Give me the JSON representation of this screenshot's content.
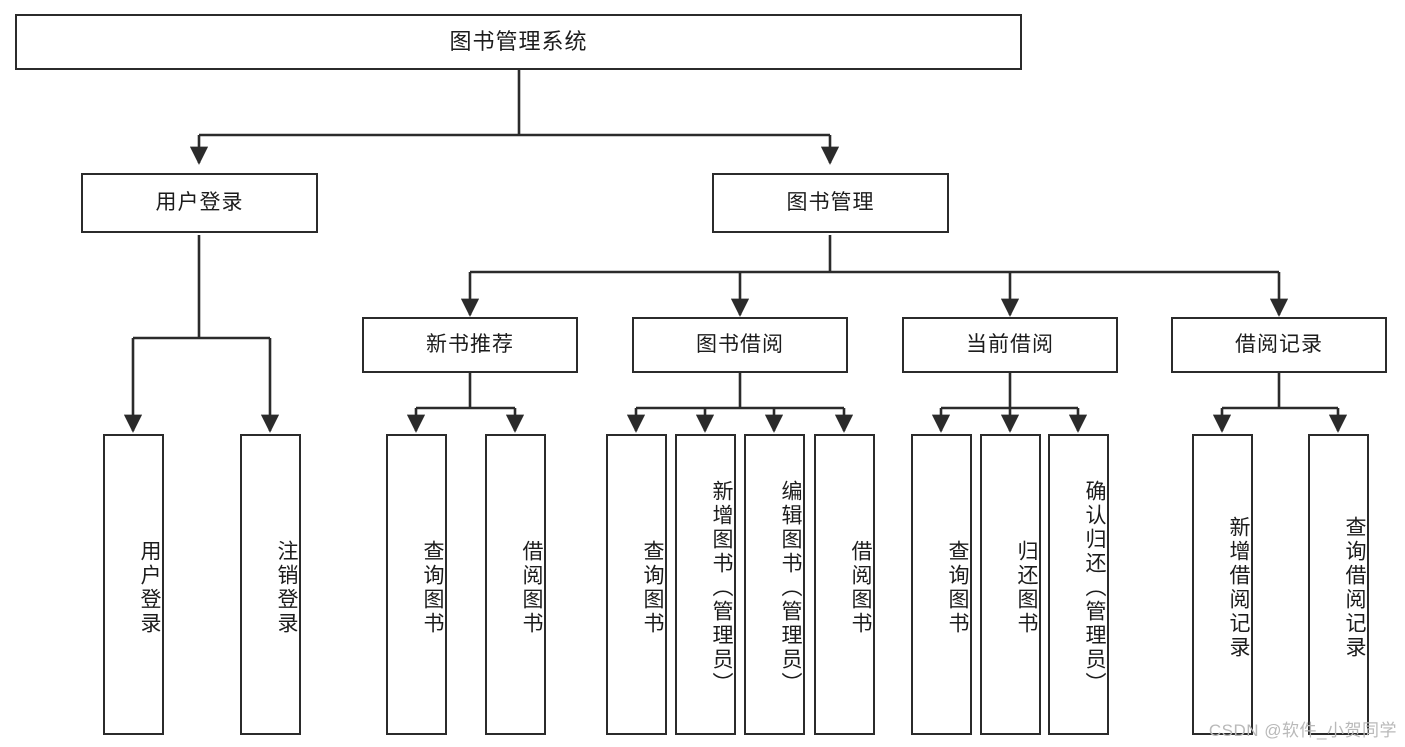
{
  "diagram": {
    "title": "图书管理系统",
    "type": "功能结构图",
    "root": {
      "id": "root",
      "label": "图书管理系统"
    },
    "level2": [
      {
        "id": "user-login",
        "label": "用户登录"
      },
      {
        "id": "book-manage",
        "label": "图书管理"
      }
    ],
    "level3": [
      {
        "id": "new-book-recommend",
        "label": "新书推荐",
        "parent": "book-manage"
      },
      {
        "id": "book-borrow",
        "label": "图书借阅",
        "parent": "book-manage"
      },
      {
        "id": "current-borrow",
        "label": "当前借阅",
        "parent": "book-manage"
      },
      {
        "id": "borrow-record",
        "label": "借阅记录",
        "parent": "book-manage"
      }
    ],
    "leaves": [
      {
        "id": "leaf-user-login",
        "label": "用户登录",
        "parent": "user-login"
      },
      {
        "id": "leaf-user-logout",
        "label": "注销登录",
        "parent": "user-login"
      },
      {
        "id": "leaf-query-book-1",
        "label": "查询图书",
        "parent": "new-book-recommend"
      },
      {
        "id": "leaf-borrow-book-1",
        "label": "借阅图书",
        "parent": "new-book-recommend"
      },
      {
        "id": "leaf-query-book-2",
        "label": "查询图书",
        "parent": "book-borrow"
      },
      {
        "id": "leaf-add-book",
        "label": "新增图书（管理员）",
        "parent": "book-borrow"
      },
      {
        "id": "leaf-edit-book",
        "label": "编辑图书（管理员）",
        "parent": "book-borrow"
      },
      {
        "id": "leaf-borrow-book-2",
        "label": "借阅图书",
        "parent": "book-borrow"
      },
      {
        "id": "leaf-query-book-3",
        "label": "查询图书",
        "parent": "current-borrow"
      },
      {
        "id": "leaf-return-book",
        "label": "归还图书",
        "parent": "current-borrow"
      },
      {
        "id": "leaf-confirm-return",
        "label": "确认归还（管理员）",
        "parent": "current-borrow"
      },
      {
        "id": "leaf-add-record",
        "label": "新增借阅记录",
        "parent": "borrow-record"
      },
      {
        "id": "leaf-query-record",
        "label": "查询借阅记录",
        "parent": "borrow-record"
      }
    ],
    "colors": {
      "stroke": "#2b2b2b",
      "fill": "#ffffff",
      "text": "#1c1c1c",
      "watermark": "#b9b9b9"
    }
  },
  "watermark": {
    "text": "CSDN @软件_小贺同学"
  }
}
